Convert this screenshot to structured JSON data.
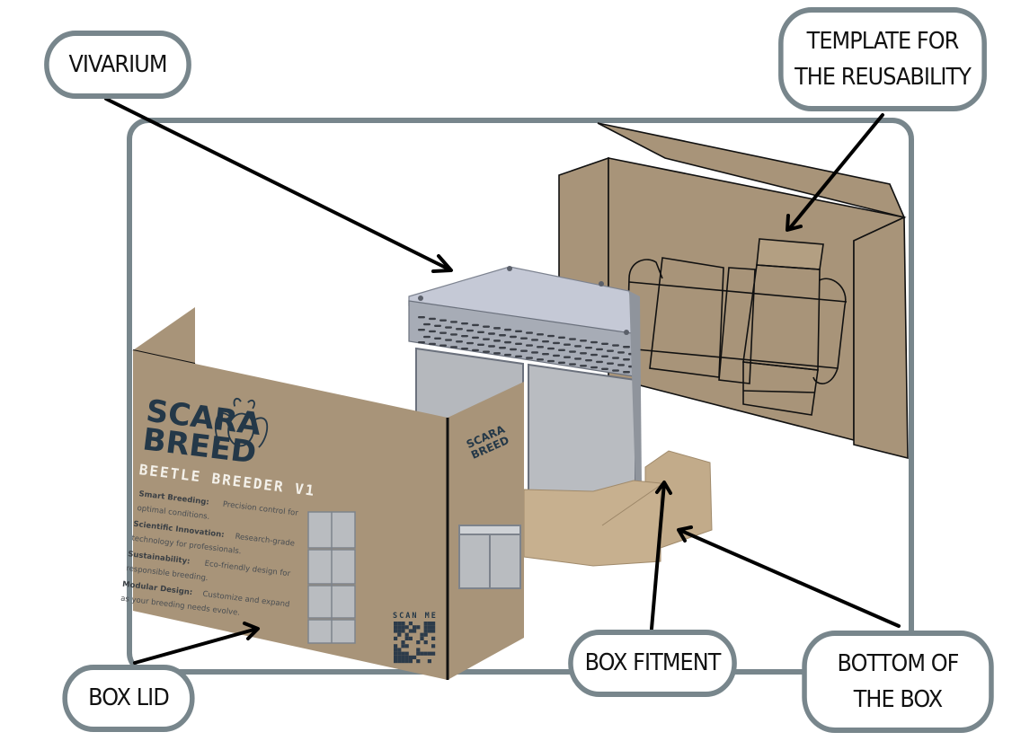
{
  "diagram": {
    "title": "Beetle breeder vivarium packaging exploded view",
    "colors": {
      "frame": "#78868c",
      "cardboard": "#a89479",
      "cardboard_light": "#c2ab8a",
      "brand_text": "#243848",
      "vivarium_metal": "#9aa0aa",
      "arrow": "#000000"
    },
    "callouts": [
      {
        "id": "vivarium",
        "lines": [
          "VIVARIUM"
        ],
        "target": "vivarium"
      },
      {
        "id": "template",
        "lines": [
          "TEMPLATE FOR",
          "THE REUSABILITY"
        ],
        "target": "box-template-dieline"
      },
      {
        "id": "box-lid",
        "lines": [
          "BOX LID"
        ],
        "target": "box-lid"
      },
      {
        "id": "box-fitment",
        "lines": [
          "BOX FITMENT"
        ],
        "target": "box-fitment"
      },
      {
        "id": "bottom",
        "lines": [
          "BOTTOM OF",
          "THE BOX"
        ],
        "target": "box-bottom"
      }
    ],
    "box_lid": {
      "brand_line1": "SCARA",
      "brand_line2": "BREED",
      "product": "BEETLE BREEDER V1",
      "features": [
        {
          "title": "Smart Breeding:",
          "line1": "Precision control for",
          "line2": "optimal conditions."
        },
        {
          "title": "Scientific Innovation:",
          "line1": "Research-grade",
          "line2": "technology for professionals."
        },
        {
          "title": "Sustainability:",
          "line1": "Eco-friendly design for",
          "line2": "responsible breeding."
        },
        {
          "title": "Modular Design:",
          "line1": "Customize and expand",
          "line2": "as your breeding needs evolve."
        }
      ],
      "qr_label": "SCAN ME",
      "side_brand_line1": "SCARA",
      "side_brand_line2": "BREED"
    }
  }
}
